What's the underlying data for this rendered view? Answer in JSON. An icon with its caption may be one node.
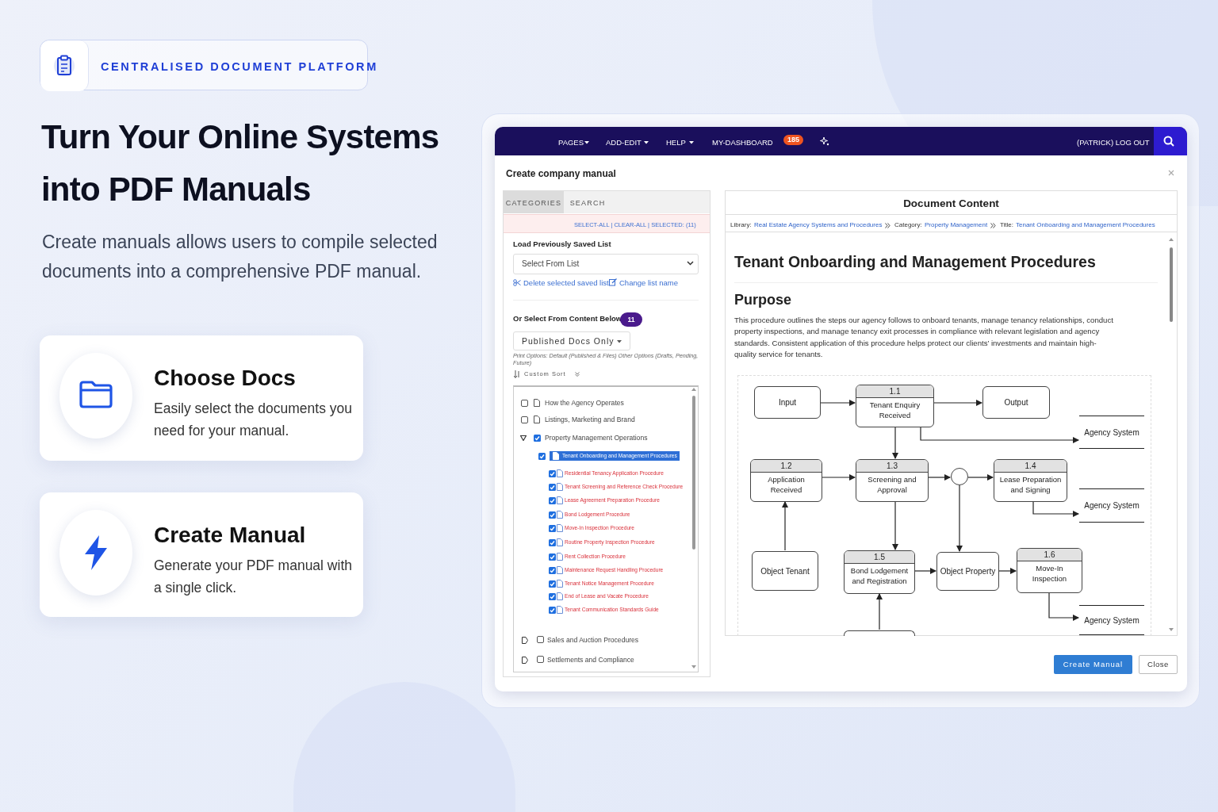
{
  "diagram": {
    "title": "Turn Your Online Systems into PDF Manuals",
    "nodes": [
      {
        "text": [
          "CENTRALISED DOCUMENT PLATFORM"
        ]
      },
      {
        "text": [
          "Choose Docs",
          "Easily select the documents you need for your manual."
        ]
      },
      {
        "text": [
          "Create Manual",
          "Generate your PDF manual with a single click."
        ]
      },
      {
        "text": [
          "Input"
        ]
      },
      {
        "text": [
          "1.1",
          "Tenant Enquiry Received"
        ]
      },
      {
        "text": [
          "Output"
        ]
      },
      {
        "text": [
          "Agency System"
        ]
      },
      {
        "text": [
          "1.2",
          "Application Received"
        ]
      },
      {
        "text": [
          "1.3",
          "Screening and Approval"
        ]
      },
      {
        "text": [],
        "shape": "circle"
      },
      {
        "text": [
          "1.4",
          "Lease Preparation and Signing"
        ]
      },
      {
        "text": [
          "Agency System"
        ]
      },
      {
        "text": [
          "Object Tenant"
        ]
      },
      {
        "text": [
          "1.5",
          "Bond Lodgement and Registration"
        ]
      },
      {
        "text": [
          "Object Property"
        ]
      },
      {
        "text": [
          "1.6",
          "Move-In Inspection"
        ]
      },
      {
        "text": [
          "Agency System"
        ]
      },
      {
        "text": [],
        "shape": "box"
      }
    ],
    "edges": [
      {
        "from": 3,
        "to": 4,
        "arrow": "to"
      },
      {
        "from": 4,
        "to": 5,
        "arrow": "to"
      },
      {
        "from": 4,
        "to": 6,
        "arrow": "to"
      },
      {
        "from": 4,
        "to": 8,
        "arrow": "to"
      },
      {
        "from": 7,
        "to": 8,
        "arrow": "to"
      },
      {
        "from": 8,
        "to": 9,
        "arrow": "to"
      },
      {
        "from": 9,
        "to": 10,
        "arrow": "to"
      },
      {
        "from": 10,
        "to": 11,
        "arrow": "to"
      },
      {
        "from": 12,
        "to": 7,
        "arrow": "to"
      },
      {
        "from": 8,
        "to": 13,
        "arrow": "to"
      },
      {
        "from": 9,
        "to": 14,
        "arrow": "to"
      },
      {
        "from": 13,
        "to": 14,
        "arrow": "to"
      },
      {
        "from": 14,
        "to": 15,
        "arrow": "to"
      },
      {
        "from": 15,
        "to": 16,
        "arrow": "to"
      },
      {
        "from": 17,
        "to": 13,
        "arrow": "to"
      }
    ],
    "labels": [
      "Create manuals allows users to compile selected documents into a comprehensive PDF manual.",
      "PAGES",
      "ADD-EDIT",
      "HELP",
      "MY-DASHBOARD",
      "185",
      "(PATRICK) LOG OUT",
      "Create company manual",
      "CATEGORIES",
      "SEARCH",
      "SELECT-ALL | CLEAR-ALL | SELECTED: (11)",
      "Load Previously Saved List",
      "Select From List",
      "Delete selected saved list",
      "Change list name",
      "Or Select From Content Below",
      "11",
      "Published Docs Only",
      "Print Options: Default (Published & Files) Other Options (Drafts, Pending, Future)",
      "Custom Sort",
      "How the Agency Operates",
      "Listings, Marketing and Brand",
      "Property Management Operations",
      "Tenant Onboarding and Management Procedures",
      "Residential Tenancy Application Procedure",
      "Tenant Screening and Reference Check Procedure",
      "Lease Agreement Preparation Procedure",
      "Bond Lodgement Procedure",
      "Move-In Inspection Procedure",
      "Routine Property Inspection Procedure",
      "Rent Collection Procedure",
      "Maintenance Request Handling Procedure",
      "Tenant Notice Management Procedure",
      "End of Lease and Vacate Procedure",
      "Tenant Communication Standards Guide",
      "Sales and Auction Procedures",
      "Settlements and Compliance",
      "Document Content",
      "Library:",
      "Real Estate Agency Systems and Procedures",
      "Category:",
      "Property Management",
      "Title:",
      "Tenant Onboarding and Management Procedures",
      "Tenant Onboarding and Management Procedures",
      "Purpose",
      "This procedure outlines the steps our agency follows to onboard tenants, manage tenancy relationships, conduct property inspections, and manage tenancy exit processes in compliance with relevant legislation and agency standards. Consistent application of this procedure helps protect our clients’ investments and maintain high-quality service for tenants.",
      "Create Manual",
      "Close"
    ]
  }
}
